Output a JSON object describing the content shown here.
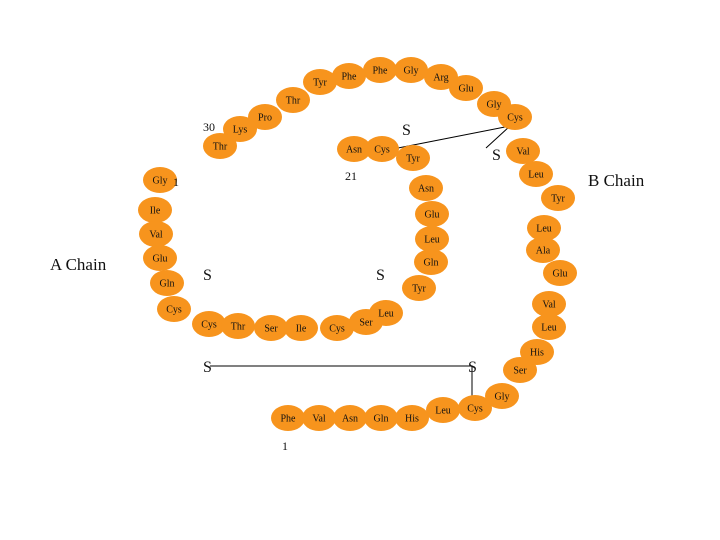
{
  "colors": {
    "bead": "#F7941D",
    "text": "#111111",
    "line": "#000000"
  },
  "labels": {
    "a_chain": "A Chain",
    "b_chain": "B Chain",
    "num_30": "30",
    "num_21": "21",
    "num_1_a": "1",
    "num_1_b": "1",
    "s1": "S",
    "s2": "S",
    "s3": "S",
    "s4": "S",
    "s5": "S",
    "s6": "S"
  },
  "b_chain_residues": [
    "Phe",
    "Val",
    "Asn",
    "Gln",
    "His",
    "Leu",
    "Cys",
    "Gly",
    "Ser",
    "His",
    "Leu",
    "Val",
    "Glu",
    "Ala",
    "Leu",
    "Tyr",
    "Leu",
    "Val",
    "Cys",
    "Gly",
    "Glu",
    "Arg",
    "Gly",
    "Phe",
    "Phe",
    "Tyr",
    "Thr",
    "Pro",
    "Lys",
    "Thr"
  ],
  "a_chain_residues": [
    "Gly",
    "Ile",
    "Val",
    "Glu",
    "Gln",
    "Cys",
    "Cys",
    "Thr",
    "Ser",
    "Ile",
    "Cys",
    "Ser",
    "Leu",
    "Tyr",
    "Gln",
    "Leu",
    "Glu",
    "Asn",
    "Tyr",
    "Cys",
    "Asn"
  ]
}
